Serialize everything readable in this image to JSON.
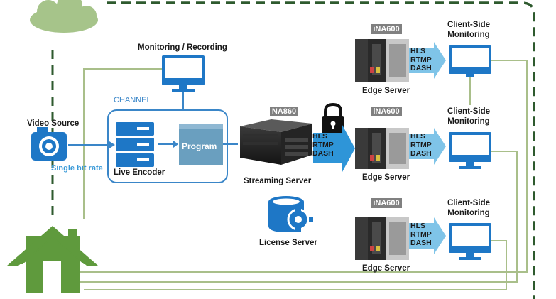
{
  "labels": {
    "monitoring_recording": "Monitoring / Recording",
    "channel": "CHANNEL",
    "video_source": "Video Source",
    "single_bit_rate": "Single bit rate",
    "live_encoder": "Live Encoder",
    "program": "Program",
    "na860": "NA860",
    "streaming_server": "Streaming Server",
    "license_server": "License Server"
  },
  "stream_protocols": [
    "HLS",
    "RTMP",
    "DASH"
  ],
  "edge_servers": [
    {
      "model": "iNA600",
      "label": "Edge Server",
      "protocols": [
        "HLS",
        "RTMP",
        "DASH"
      ],
      "client_line1": "Client-Side",
      "client_line2": "Monitoring"
    },
    {
      "model": "iNA600",
      "label": "Edge Server",
      "protocols": [
        "HLS",
        "RTMP",
        "DASH"
      ],
      "client_line1": "Client-Side",
      "client_line2": "Monitoring"
    },
    {
      "model": "iNA600",
      "label": "Edge Server",
      "protocols": [
        "HLS",
        "RTMP",
        "DASH"
      ],
      "client_line1": "Client-Side",
      "client_line2": "Monitoring"
    }
  ],
  "icons": {
    "cloud": "cloud-icon",
    "home": "home-icon",
    "camera": "camera-icon",
    "lock": "lock-icon",
    "license": "license-gear-icon"
  },
  "colors": {
    "green_dark": "#2e5a2e",
    "green_house": "#5f9a3d",
    "cloud_green": "#a6c48a",
    "line_green": "#a9bf8a",
    "blue": "#3a86c8",
    "blue_light": "#7fc4e8",
    "monitor_blue": "#1e77c6",
    "program_box": "#6a9fbf"
  }
}
